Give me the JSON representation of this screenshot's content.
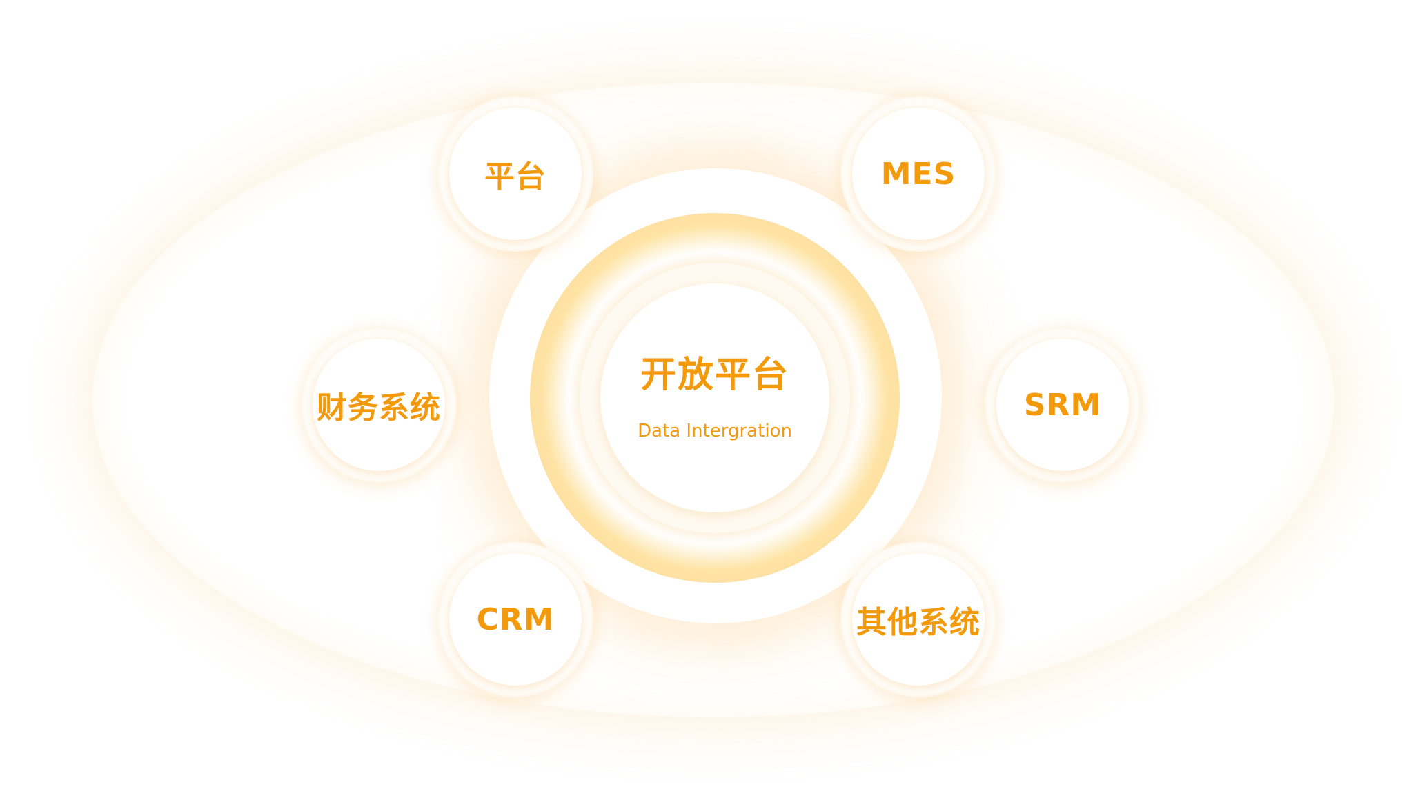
{
  "diagram": {
    "center": {
      "title": "开放平台",
      "subtitle": "Data Intergration"
    },
    "nodes": [
      {
        "id": "pingtai",
        "label": "平台"
      },
      {
        "id": "mes",
        "label": "MES"
      },
      {
        "id": "caiwu",
        "label": "财务系统"
      },
      {
        "id": "srm",
        "label": "SRM"
      },
      {
        "id": "crm",
        "label": "CRM"
      },
      {
        "id": "qita",
        "label": "其他系统"
      }
    ],
    "colors": {
      "accent": "#f39a0c",
      "glow": "#fcd48c",
      "background": "#ffffff"
    }
  }
}
